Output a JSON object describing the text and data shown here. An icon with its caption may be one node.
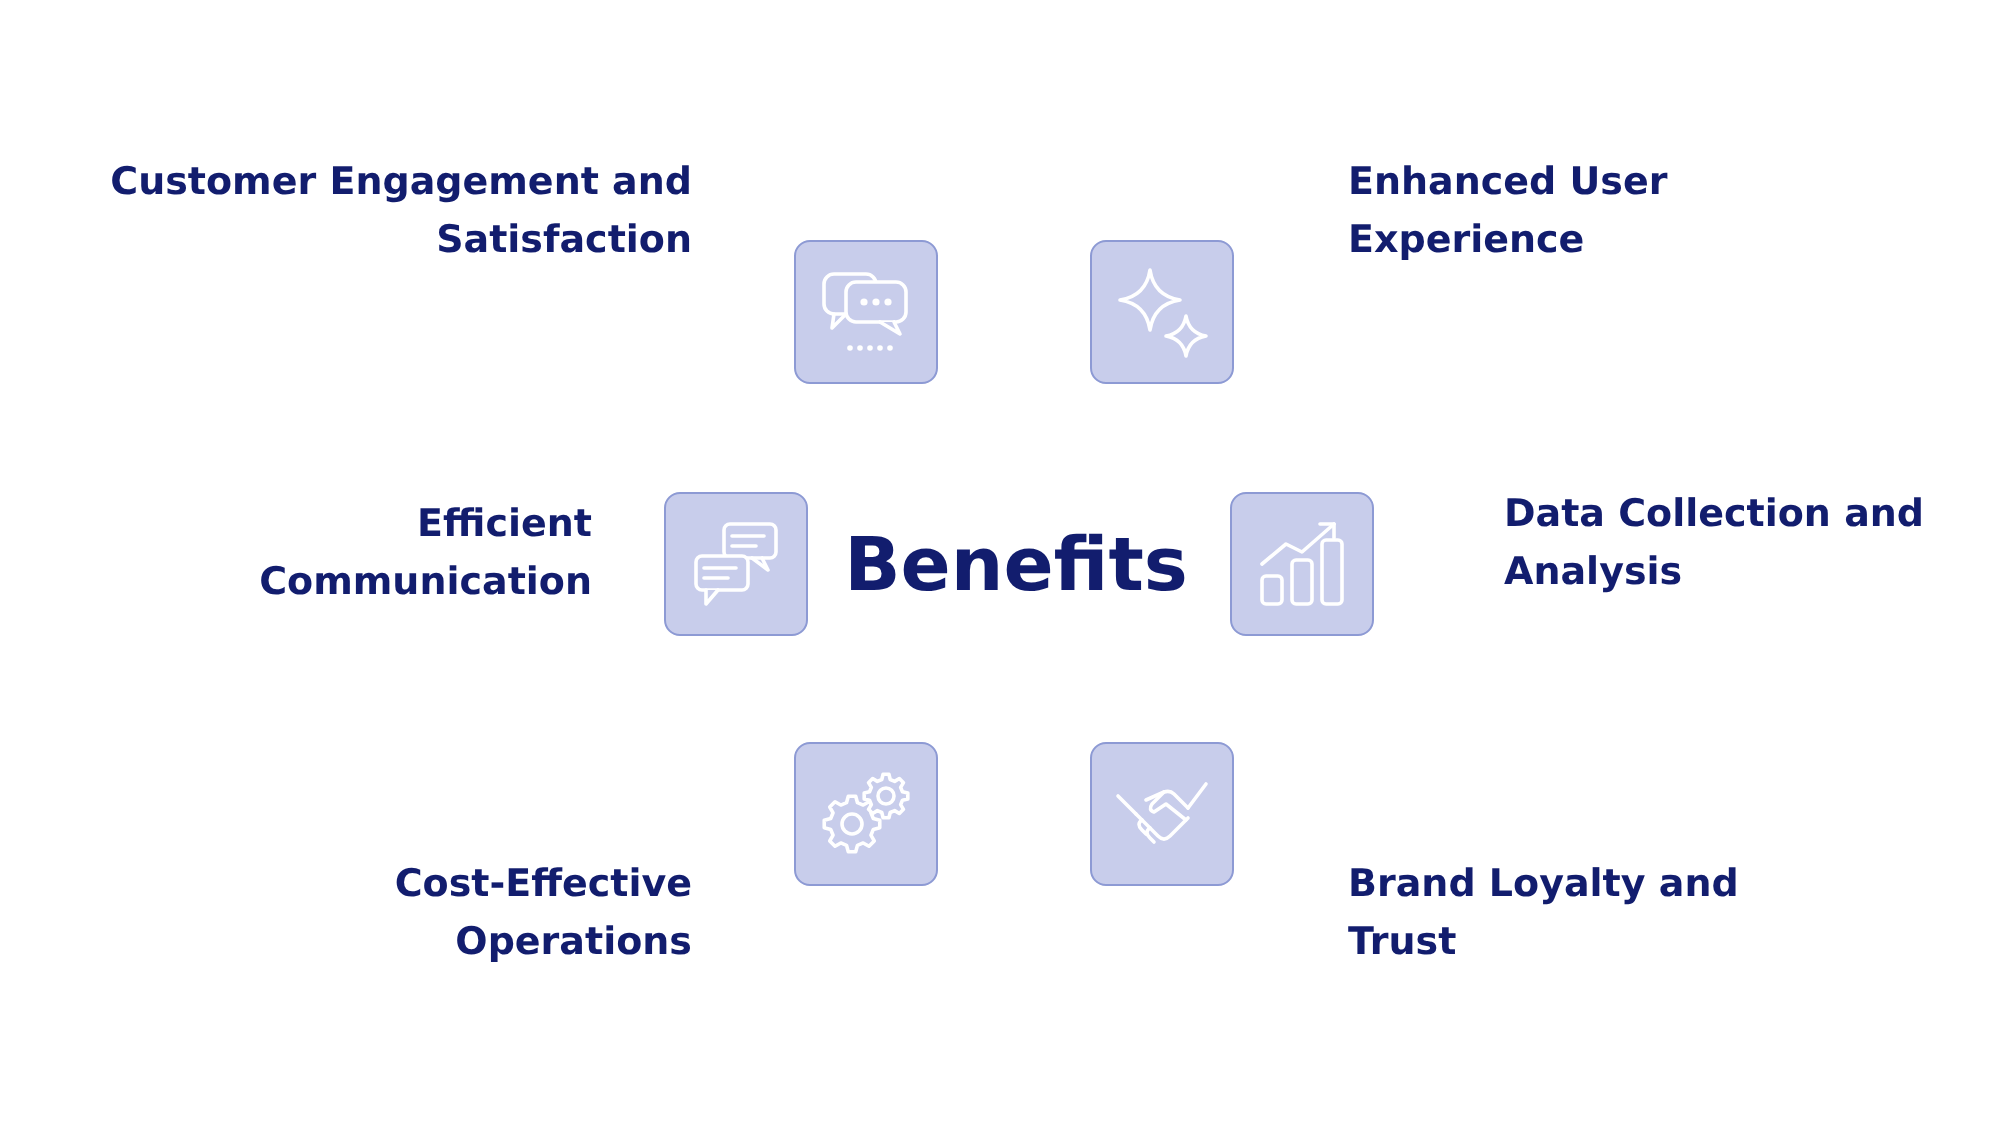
{
  "diagram": {
    "title": "Benefits",
    "nodes": [
      {
        "text": [],
        "shape": "box",
        "beside": [
          "Customer Engagement and Satisfaction"
        ]
      },
      {
        "text": [],
        "shape": "box",
        "beside": [
          "Enhanced User Experience"
        ]
      },
      {
        "text": [],
        "shape": "box",
        "beside": [
          "Efficient Communication"
        ]
      },
      {
        "text": [],
        "shape": "box",
        "beside": [
          "Data Collection and Analysis"
        ]
      },
      {
        "text": [],
        "shape": "box",
        "beside": [
          "Cost-Effective Operations"
        ]
      },
      {
        "text": [],
        "shape": "box",
        "beside": [
          "Brand Loyalty and Trust"
        ]
      }
    ]
  }
}
